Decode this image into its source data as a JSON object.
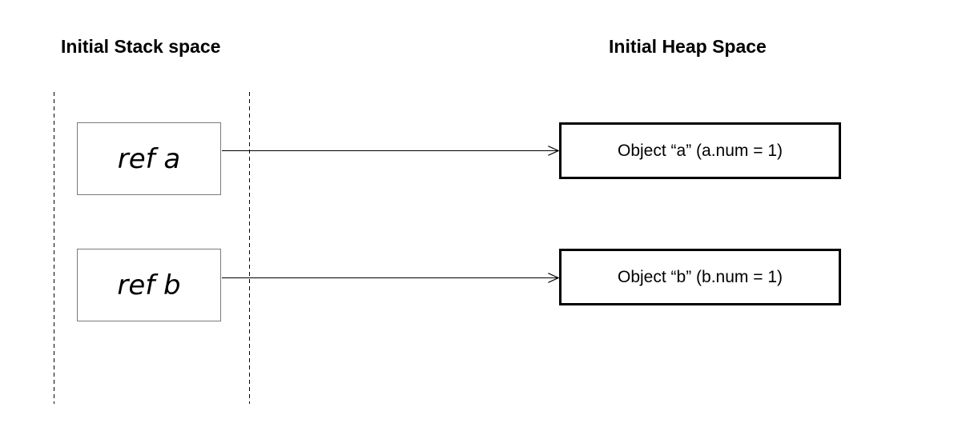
{
  "stack": {
    "title": "Initial Stack space",
    "refs": [
      {
        "label": "ref a"
      },
      {
        "label": "ref b"
      }
    ]
  },
  "heap": {
    "title": "Initial Heap Space",
    "objects": [
      {
        "label": "Object “a” (a.num = 1)"
      },
      {
        "label": "Object “b” (b.num = 1)"
      }
    ]
  },
  "colors": {
    "line": "#000000",
    "ref_border": "#7a7a7a",
    "object_border": "#000000",
    "divider": "#000000"
  }
}
